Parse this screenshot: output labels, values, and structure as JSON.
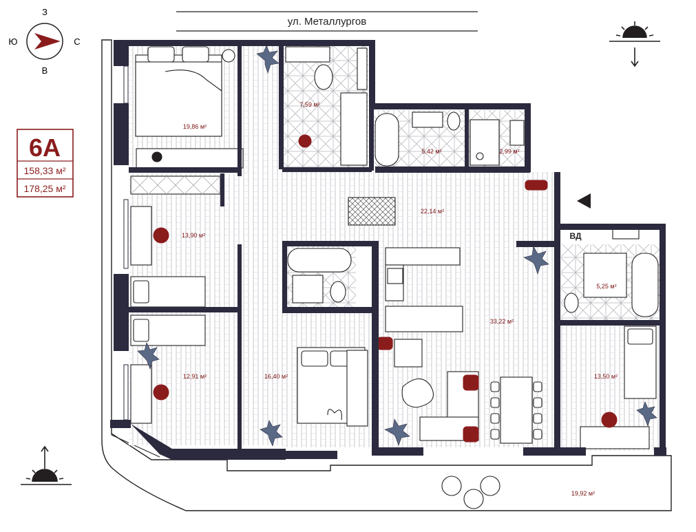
{
  "street": "ул. Металлургов",
  "compass": {
    "north": "З",
    "south": "В",
    "west": "Ю",
    "east": "С"
  },
  "apartment": {
    "label": "6А",
    "area_living": "158,33 м²",
    "area_total": "178,25 м²"
  },
  "rooms": [
    "19,86 м²",
    "7,59 м²",
    "5,42 м²",
    "2,99 м²",
    "22,14 м²",
    "13,90 м²",
    "33,22 м²",
    "5,25 м²",
    "12,91 м²",
    "16,40 м²",
    "13,50 м²",
    "19,92 м²"
  ],
  "labels": {
    "utility": "ВД"
  },
  "colors": {
    "accent": "#8b1c1c",
    "wall": "#2b2a3e",
    "plant": "#5a6a86"
  }
}
